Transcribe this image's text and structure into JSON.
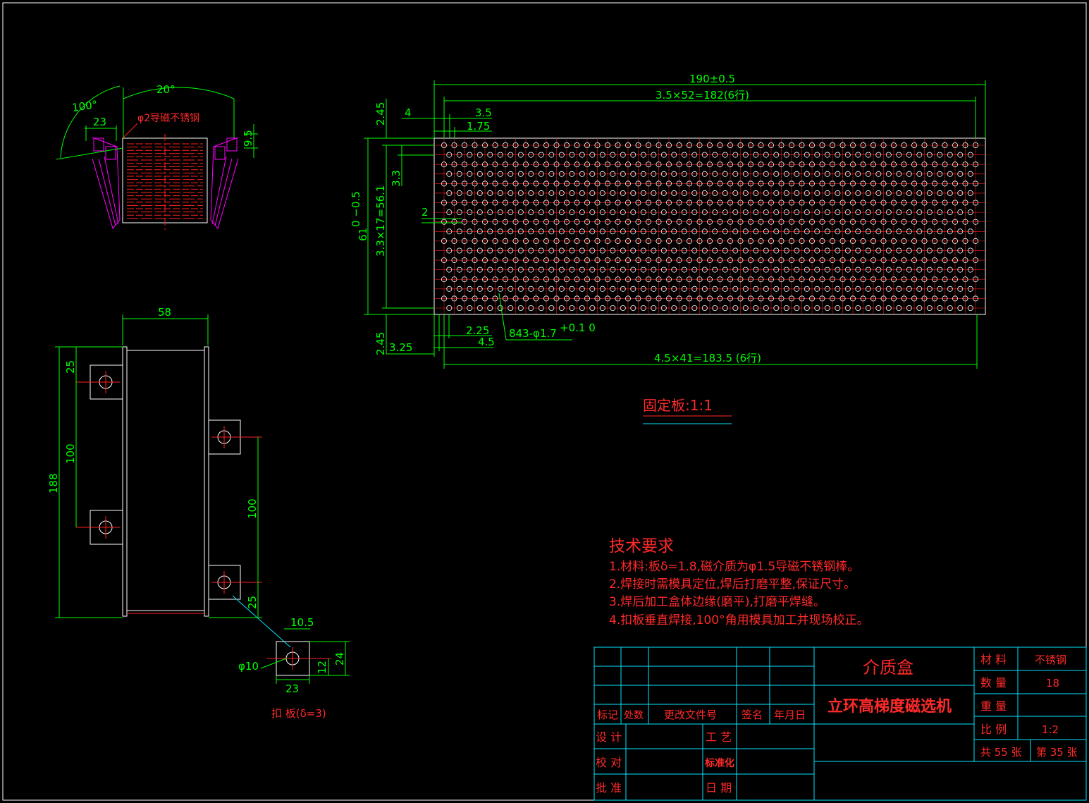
{
  "colors": {
    "background": "#000000",
    "dimension": "#00ff00",
    "text_red": "#ff2a2a",
    "outline": "#ffffff",
    "table_lines": "#00e5ff",
    "bracket": "#ff00ff",
    "centerline": "#ff2020"
  },
  "top_view": {
    "angle_100": "100°",
    "angle_20": "20°",
    "dim_23": "23",
    "rod_label": "φ2导磁不锈钢",
    "dim_95": "9.5"
  },
  "side_view": {
    "dim_58": "58",
    "dim_188": "188",
    "dim_25_top": "25",
    "dim_100_left": "100",
    "dim_100_right": "100",
    "dim_25_bottom": "25"
  },
  "plate_detail": {
    "dim_105": "10.5",
    "dim_phi10": "φ10",
    "dim_23": "23",
    "dim_12": "12",
    "dim_24": "24",
    "caption": "扣 板(δ=3)"
  },
  "fixed_plate": {
    "dim_overall_width": "190±0.5",
    "dim_top_pitch": "3.5×52=182(6行)",
    "dim_4": "4",
    "dim_35": "3.5",
    "dim_175": "1.75",
    "dim_245_top": "2.45",
    "dim_33": "3.3",
    "dim_2": "2",
    "dim_height": "61",
    "dim_height_tol": "0 −0.5",
    "dim_vertical_pitch": "3.3×17=56.1",
    "dim_225": "2.25",
    "dim_45": "4.5",
    "dim_holes": "843-φ1.7",
    "dim_holes_tol": "+0.1 0",
    "dim_245_bottom": "2.45",
    "dim_325": "3.25",
    "dim_bottom_pitch": "4.5×41=183.5 (6行)",
    "caption": "固定板:1:1"
  },
  "tech_requirements": {
    "title": "技术要求",
    "items": [
      "1.材料:板δ=1.8,磁介质为φ1.5导磁不锈钢棒。",
      "2.焊接时需模具定位,焊后打磨平整,保证尺寸。",
      "3.焊后加工盒体边缘(磨平),打磨平焊缝。",
      "4.扣板垂直焊接,100°角用模具加工并现场校正。"
    ]
  },
  "title_block": {
    "part_name": "介质盒",
    "machine_name": "立环高梯度磁选机",
    "revision_headers": [
      "标记",
      "处数",
      "更改文件号",
      "签名",
      "年月日"
    ],
    "design": "设 计",
    "process": "工 艺",
    "check": "校 对",
    "standardization": "标准化",
    "approve": "批 准",
    "date": "日 期",
    "material_label": "材 料",
    "material_value": "不锈钢",
    "quantity_label": "数 量",
    "quantity_value": "18",
    "weight_label": "重 量",
    "weight_value": "",
    "scale_label": "比 例",
    "scale_value": "1:2",
    "total_sheets": "共 55 张",
    "sheet_no": "第 35 张"
  }
}
